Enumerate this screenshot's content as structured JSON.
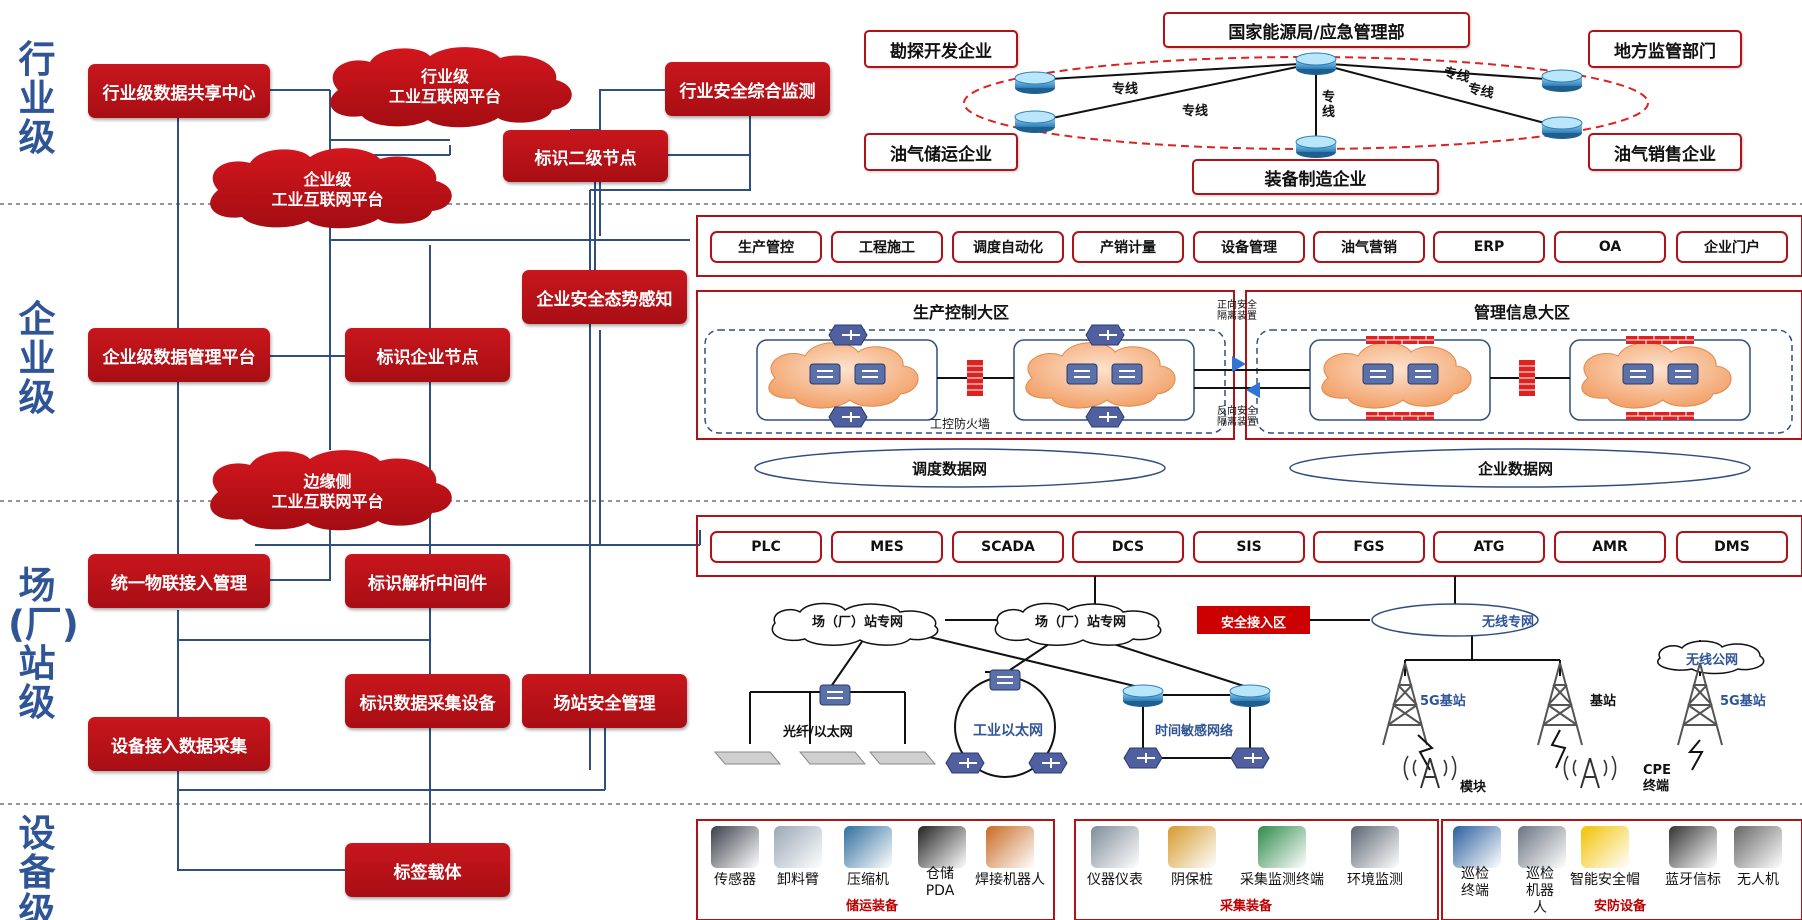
{
  "levels": {
    "industry": "行业级",
    "enterprise": "企业级",
    "site": "场(厂)站级",
    "device": "设备级"
  },
  "left": {
    "industry_data_center": "行业级数据共享中心",
    "industry_platform": [
      "行业级",
      "工业互联网平台"
    ],
    "industry_security": "行业安全综合监测",
    "id_level2_node": "标识二级节点",
    "enterprise_platform": [
      "企业级",
      "工业互联网平台"
    ],
    "enterprise_security": "企业安全态势感知",
    "enterprise_data_mgmt": "企业级数据管理平台",
    "id_enterprise_node": "标识企业节点",
    "edge_platform": [
      "边缘侧",
      "工业互联网平台"
    ],
    "iot_access": "统一物联接入管理",
    "id_middleware": "标识解析中间件",
    "id_collect_device": "标识数据采集设备",
    "site_security": "场站安全管理",
    "device_data_collect": "设备接入数据采集",
    "tag_carrier": "标签载体"
  },
  "top": {
    "nea": "国家能源局/应急管理部",
    "exploration": "勘探开发企业",
    "local_regulator": "地方监管部门",
    "storage_transport": "油气储运企业",
    "sales": "油气销售企业",
    "equipment_mfg": "装备制造企业",
    "dedicated_line": "专线"
  },
  "enterprise": {
    "apps": [
      "生产管控",
      "工程施工",
      "调度自动化",
      "产销计量",
      "设备管理",
      "油气营销",
      "ERP",
      "OA",
      "企业门户"
    ],
    "production_zone": "生产控制大区",
    "management_zone": "管理信息大区",
    "firewall": "工控防火墙",
    "forward_isolation": [
      "正向安全",
      "隔离装置"
    ],
    "reverse_isolation": [
      "反向安全",
      "隔离装置"
    ],
    "dispatch_network": "调度数据网",
    "enterprise_network": "企业数据网"
  },
  "site": {
    "systems": [
      "PLC",
      "MES",
      "SCADA",
      "DCS",
      "SIS",
      "FGS",
      "ATG",
      "AMR",
      "DMS"
    ],
    "private_net": "场（厂）站专网",
    "secure_access": "安全接入区",
    "wireless_private": "无线专网",
    "wireless_public": "无线公网",
    "fiber_ethernet": "光纤/以太网",
    "industrial_ethernet": "工业以太网",
    "tsn": "时间敏感网络",
    "bs_5g": "5G基站",
    "bs": "基站",
    "module": "模块",
    "cpe": [
      "CPE",
      "终端"
    ]
  },
  "devices": {
    "group1": [
      "传感器",
      "卸料臂",
      "压缩机",
      "仓储PDA",
      "焊接机器人"
    ],
    "group1_title": "储运装备",
    "group2": [
      "仪器仪表",
      "阴保桩",
      "采集监测终端",
      "环境监测"
    ],
    "group2_title": "采集装备",
    "group3": [
      "巡检终端",
      "巡检机器人",
      "智能安全帽",
      "蓝牙信标",
      "无人机"
    ],
    "group3_title": "安防设备"
  },
  "colors": {
    "brand_red": "#c0141b",
    "level_blue": "#2f5597",
    "line_blue": "#2f4f7f",
    "cloud_orange": "#f4b183"
  }
}
